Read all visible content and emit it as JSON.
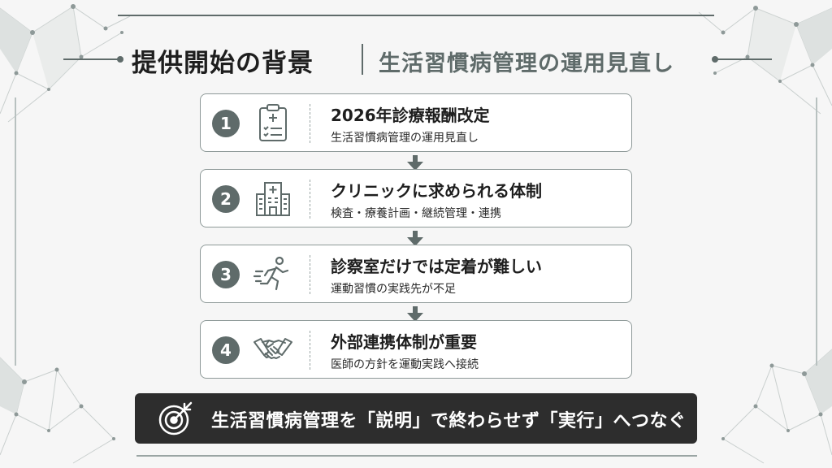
{
  "header": {
    "title": "提供開始の背景",
    "subtitle": "生活習慣病管理の運用見直し"
  },
  "steps": [
    {
      "number": "1",
      "title": "2026年診療報酬改定",
      "subtitle": "生活習慣病管理の運用見直し",
      "icon": "clipboard-medical-icon"
    },
    {
      "number": "2",
      "title": "クリニックに求められる体制",
      "subtitle": "検査・療養計画・継続管理・連携",
      "icon": "hospital-building-icon"
    },
    {
      "number": "3",
      "title": "診察室だけでは定着が難しい",
      "subtitle": "運動習慣の実践先が不足",
      "icon": "running-person-icon"
    },
    {
      "number": "4",
      "title": "外部連携体制が重要",
      "subtitle": "医師の方針を運動実践へ接続",
      "icon": "handshake-icon"
    }
  ],
  "banner": {
    "text": "生活習慣病管理を「説明」で終わらせず「実行」へつなぐ",
    "icon": "target-icon"
  },
  "colors": {
    "accent": "#5f6b6a",
    "banner_bg": "#2d2d2d",
    "background": "#f6f6f6"
  }
}
